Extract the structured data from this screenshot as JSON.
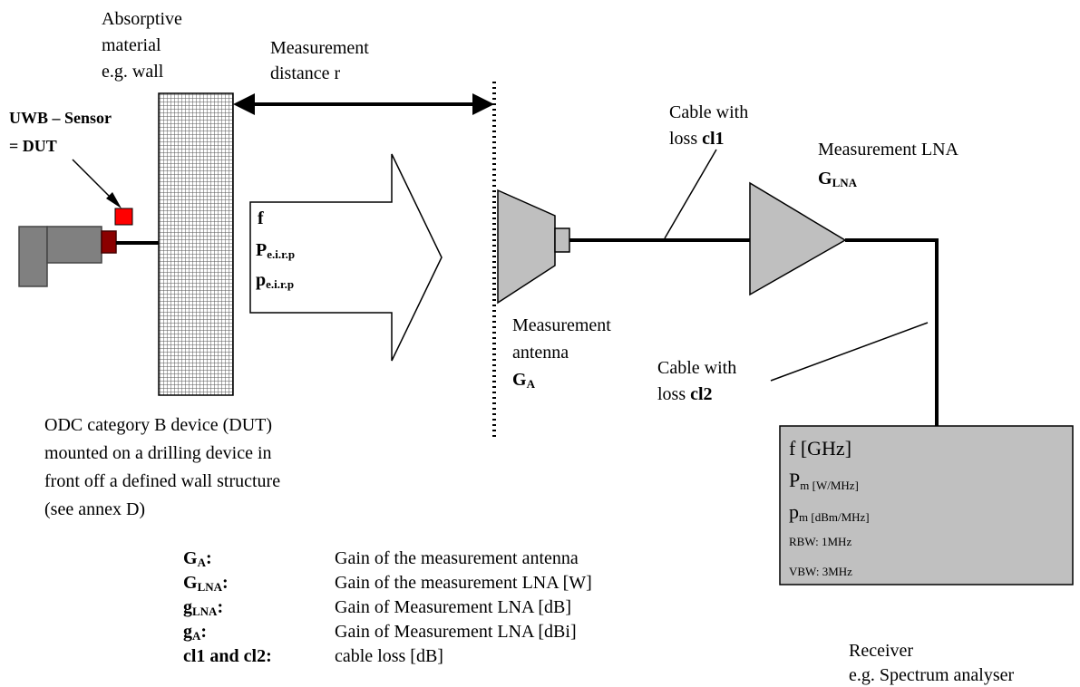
{
  "labels": {
    "absorptive_1": "Absorptive",
    "absorptive_2": "material",
    "absorptive_3": "e.g. wall",
    "distance_1": "Measurement",
    "distance_2": "distance r",
    "sensor_1": "UWB – Sensor",
    "sensor_2": "= DUT",
    "cable1_1": "Cable with",
    "cable1_2a": "loss ",
    "cable1_2b": "cl1",
    "lna_1": "Measurement LNA",
    "lna_2": "G",
    "lna_2_sub": "LNA",
    "arrow_f": "f",
    "arrow_P": "P",
    "arrow_P_sub": "e.i.r.p",
    "arrow_p": "p",
    "arrow_p_sub": "e.i.r.p",
    "antenna_1": "Measurement",
    "antenna_2": "antenna",
    "antenna_3": "G",
    "antenna_3_sub": "A",
    "cable2_1": "Cable with",
    "cable2_2a": "loss ",
    "cable2_2b": "cl2",
    "dut_1": "ODC category B device (DUT)",
    "dut_2": "mounted on a drilling device in",
    "dut_3": "front off a defined wall structure",
    "dut_4": "(see annex D)",
    "receiver_1": "Receiver",
    "receiver_2": "e.g. Spectrum analyser"
  },
  "receiver_box": {
    "line1": "f [GHz]",
    "line2_main": "P",
    "line2_sub": "m [W/MHz]",
    "line3_main": "p",
    "line3_sub": "m [dBm/MHz]",
    "line4": "RBW: 1MHz",
    "line5": "VBW: 3MHz"
  },
  "legend": [
    {
      "term": "G",
      "sub": "A",
      "suffix": ":",
      "definition": "Gain of the measurement antenna"
    },
    {
      "term": "G",
      "sub": "LNA",
      "suffix": ":",
      "definition": "Gain of the measurement LNA [W]"
    },
    {
      "term": "g",
      "sub": "LNA",
      "suffix": ":",
      "definition": "Gain of Measurement LNA [dB]"
    },
    {
      "term": "g",
      "sub": "A",
      "suffix": ":",
      "definition": "Gain of Measurement LNA [dBi]"
    },
    {
      "term": "cl1 and cl2:",
      "sub": "",
      "suffix": "",
      "definition": "cable loss [dB]"
    }
  ],
  "colors": {
    "sensor_red": "#ff0000",
    "drill_grey": "#808080",
    "connector_dark_red": "#8b0000",
    "antenna_grey": "#bfbfbf",
    "box_grey": "#c0c0c0"
  }
}
